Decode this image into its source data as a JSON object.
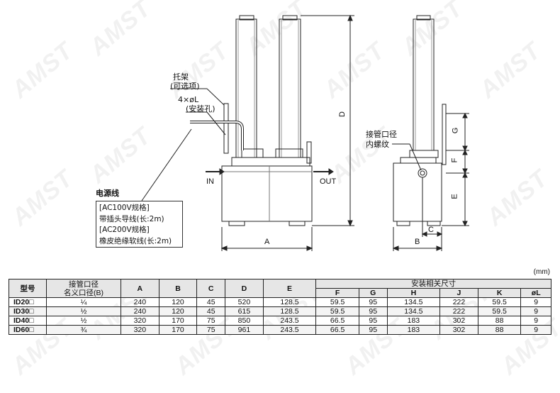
{
  "watermark": "AMST",
  "labels": {
    "bracket": "托架",
    "bracket_optional": "(可选项)",
    "hole": "4×øL",
    "hole_note": "(安装孔)",
    "in": "IN",
    "out": "OUT",
    "power_title": "电源线",
    "power_lines": [
      "[AC100V规格]",
      "带插头导线(长:2m)",
      "[AC200V规格]",
      "橡皮绝缘软线(长:2m)"
    ],
    "port": "接管口径",
    "port_thread": "内螺纹",
    "dim_a": "A",
    "dim_b": "B",
    "dim_c": "C",
    "dim_d": "D",
    "dim_e": "E",
    "dim_f": "F",
    "dim_g": "G"
  },
  "unit": "(mm)",
  "table": {
    "headers": {
      "model": "型号",
      "port": "接管口径\n名义口径(B)",
      "a": "A",
      "b": "B",
      "c": "C",
      "d": "D",
      "e": "E",
      "mount": "安装相关尺寸",
      "f": "F",
      "g": "G",
      "h": "H",
      "j": "J",
      "k": "K",
      "l": "øL"
    },
    "rows": [
      {
        "model": "ID20□",
        "port": "¼",
        "a": "240",
        "b": "120",
        "c": "45",
        "d": "520",
        "e": "128.5",
        "f": "59.5",
        "g": "95",
        "h": "134.5",
        "j": "222",
        "k": "59.5",
        "l": "9"
      },
      {
        "model": "ID30□",
        "port": "½",
        "a": "240",
        "b": "120",
        "c": "45",
        "d": "615",
        "e": "128.5",
        "f": "59.5",
        "g": "95",
        "h": "134.5",
        "j": "222",
        "k": "59.5",
        "l": "9"
      },
      {
        "model": "ID40□",
        "port": "½",
        "a": "320",
        "b": "170",
        "c": "75",
        "d": "850",
        "e": "243.5",
        "f": "66.5",
        "g": "95",
        "h": "183",
        "j": "302",
        "k": "88",
        "l": "9"
      },
      {
        "model": "ID60□",
        "port": "¾",
        "a": "320",
        "b": "170",
        "c": "75",
        "d": "961",
        "e": "243.5",
        "f": "66.5",
        "g": "95",
        "h": "183",
        "j": "302",
        "k": "88",
        "l": "9"
      }
    ]
  }
}
